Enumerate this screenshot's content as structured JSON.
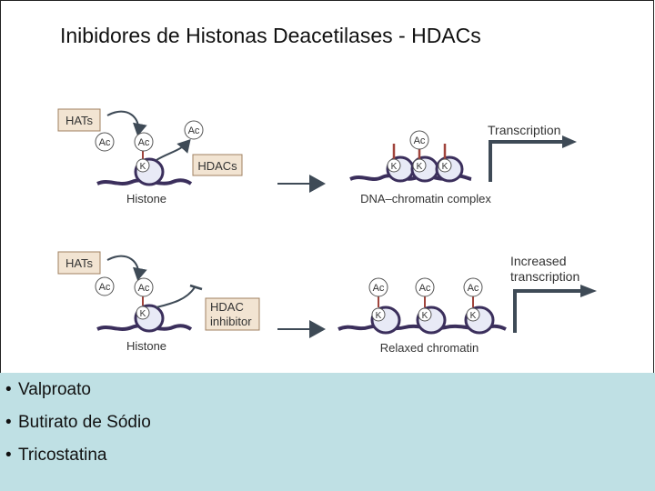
{
  "slide": {
    "title": "Inibidores de Histonas Deacetilases - HDACs"
  },
  "diagram": {
    "top": {
      "enzyme": "HATs",
      "ac1": "Ac",
      "ac2": "Ac",
      "ac3": "Ac",
      "lysine": "K",
      "hdac_box": "HDACs",
      "histone_label": "Histone",
      "complex_ac": "Ac",
      "complex_k1": "K",
      "complex_k2": "K",
      "complex_k3": "K",
      "complex_label": "DNA–chromatin complex",
      "transcription_label": "Transcription"
    },
    "bottom": {
      "enzyme": "HATs",
      "ac1": "Ac",
      "ac2": "Ac",
      "lysine": "K",
      "inhibitor_line1": "HDAC",
      "inhibitor_line2": "inhibitor",
      "histone_label": "Histone",
      "relaxed_ac1": "Ac",
      "relaxed_ac2": "Ac",
      "relaxed_ac3": "Ac",
      "relaxed_k1": "K",
      "relaxed_k2": "K",
      "relaxed_k3": "K",
      "relaxed_label": "Relaxed chromatin",
      "transcription_line1": "Increased",
      "transcription_line2": "transcription"
    },
    "colors": {
      "box_fill": "#f2e4d2",
      "box_stroke": "#a08060",
      "dna": "#3b2f5c",
      "nucleosome": "#e8eaf6",
      "stalk": "#a0443c",
      "arrow": "#3e4a56"
    }
  },
  "bullets": {
    "item1": "Valproato",
    "item2": "Butirato de Sódio",
    "item3": "Tricostatina"
  }
}
